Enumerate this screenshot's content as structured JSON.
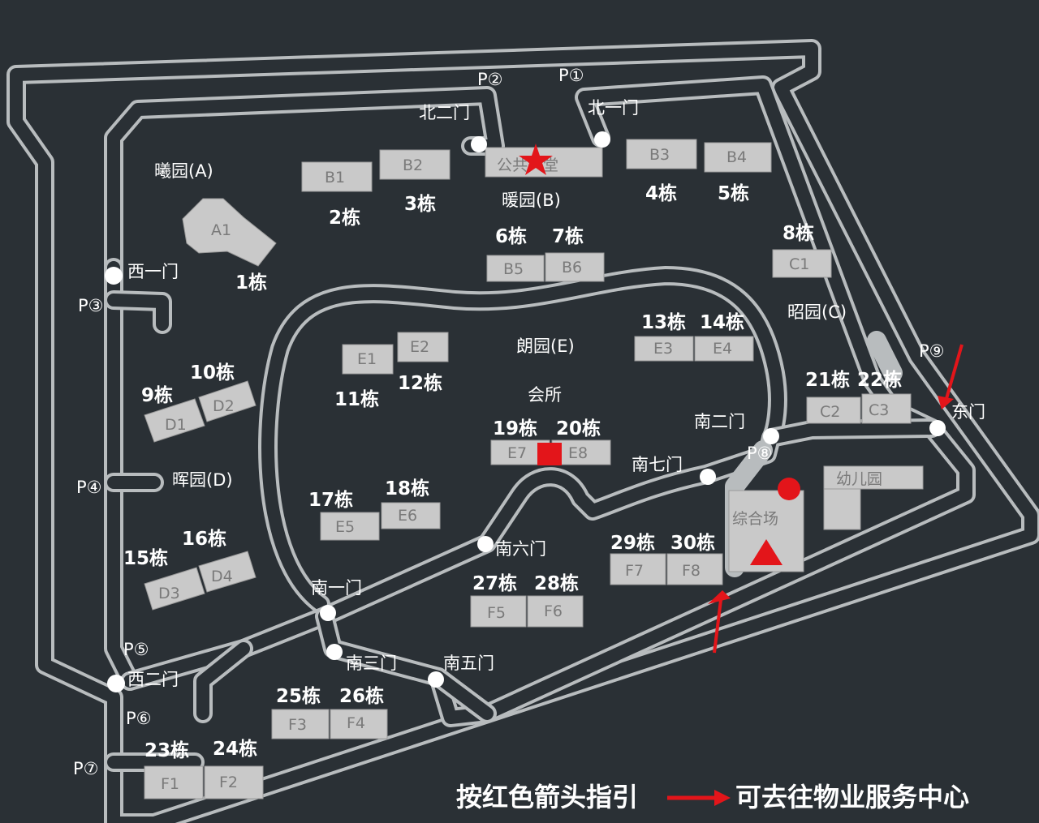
{
  "parking": [
    {
      "id": "p1",
      "label": "P①"
    },
    {
      "id": "p2",
      "label": "P②"
    },
    {
      "id": "p3",
      "label": "P③"
    },
    {
      "id": "p4",
      "label": "P④"
    },
    {
      "id": "p5",
      "label": "P⑤"
    },
    {
      "id": "p6",
      "label": "P⑥"
    },
    {
      "id": "p7",
      "label": "P⑦"
    },
    {
      "id": "p8",
      "label": "P⑧"
    },
    {
      "id": "p9",
      "label": "P⑨"
    }
  ],
  "gates": {
    "north1": "北一门",
    "north2": "北二门",
    "west1": "西一门",
    "west2": "西二门",
    "east": "东门",
    "south1": "南一门",
    "south2": "南二门",
    "south3": "南三门",
    "south5": "南五门",
    "south6": "南六门",
    "south7": "南七门"
  },
  "zones": {
    "A": "曦园(A)",
    "B": "暖园(B)",
    "C": "昭园(C)",
    "D": "晖园(D)",
    "E": "朗园(E)"
  },
  "facilities": {
    "hall": "公共大堂",
    "clubhouse": "会所",
    "kindergarten": "幼儿园",
    "sports": "综合场"
  },
  "buildings": {
    "A1": "A1",
    "B1": "B1",
    "B2": "B2",
    "B3": "B3",
    "B4": "B4",
    "B5": "B5",
    "B6": "B6",
    "C1": "C1",
    "C2": "C2",
    "C3": "C3",
    "D1": "D1",
    "D2": "D2",
    "D3": "D3",
    "D4": "D4",
    "E1": "E1",
    "E2": "E2",
    "E3": "E3",
    "E4": "E4",
    "E5": "E5",
    "E6": "E6",
    "E7": "E7",
    "E8": "E8",
    "F1": "F1",
    "F2": "F2",
    "F3": "F3",
    "F4": "F4",
    "F5": "F5",
    "F6": "F6",
    "F7": "F7",
    "F8": "F8"
  },
  "units": {
    "u1": "1栋",
    "u2": "2栋",
    "u3": "3栋",
    "u4": "4栋",
    "u5": "5栋",
    "u6": "6栋",
    "u7": "7栋",
    "u8": "8栋",
    "u9": "9栋",
    "u10": "10栋",
    "u11": "11栋",
    "u12": "12栋",
    "u13": "13栋",
    "u14": "14栋",
    "u15": "15栋",
    "u16": "16栋",
    "u17": "17栋",
    "u18": "18栋",
    "u19": "19栋",
    "u20": "20栋",
    "u21": "21栋",
    "u22": "22栋",
    "u23": "23栋",
    "u24": "24栋",
    "u25": "25栋",
    "u26": "26栋",
    "u27": "27栋",
    "u28": "28栋",
    "u29": "29栋",
    "u30": "30栋"
  },
  "legend": {
    "left": "按红色箭头指引",
    "right": "可去往物业服务中心"
  },
  "colors": {
    "marker": "#e3151a",
    "road": "#b8bcbe",
    "background": "#2a3035",
    "building": "#c9c9c9"
  }
}
